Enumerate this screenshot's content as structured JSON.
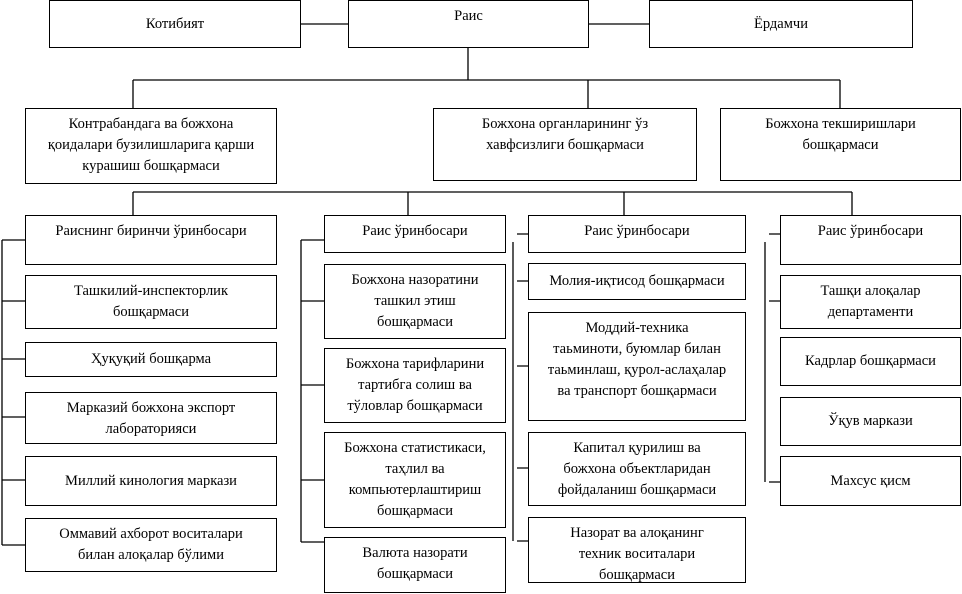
{
  "top": {
    "secretariat": "Котибият",
    "chairman": "Раис",
    "assistant": "Ёрдамчи"
  },
  "departments": [
    "Контрабандага ва божхона\nқоидалари бузилишларига қарши\nкурашиш бошқармаси",
    "Божхона органларининг ўз\nхавфсизлиги бошқармаси",
    "Божхона текширишлари\nбошқармаси"
  ],
  "columns": [
    {
      "head": "Раиснинг биринчи ўринбосари",
      "units": [
        "Ташкилий-инспекторлик\nбошқармаси",
        "Ҳуқуқий бошқарма",
        "Марказий божхона экспорт\nлабораторияси",
        "Миллий кинология маркази",
        "Оммавий ахборот воситалари\nбилан алоқалар бўлими"
      ]
    },
    {
      "head": "Раис ўринбосари",
      "units": [
        "Божхона назоратини\nташкил этиш\nбошқармаси",
        "Божхона тарифларини\nтартибга солиш ва\nтўловлар бошқармаси",
        "Божхона статистикаси,\nтаҳлил ва\nкомпьютерлаштириш\nбошқармаси",
        "Валюта назорати\nбошқармаси"
      ]
    },
    {
      "head": "Раис ўринбосари",
      "units": [
        "Молия-иқтисод бошқармаси",
        "Моддий-техника\nтаьминоти, буюмлар билан\nтаьминлаш, қурол-аслаҳалар\nва транспорт бошқармаси",
        "Капитал қурилиш ва\nбожхона объектларидан\nфойдаланиш бошқармаси",
        "Назорат ва алоқанинг\nтехник воситалари\nбошқармаси"
      ]
    },
    {
      "head": "Раис ўринбосари",
      "units": [
        "Ташқи алоқалар\nдепартаменти",
        "Кадрлар бошқармаси",
        "Ўқув маркази",
        "Махсус қисм"
      ]
    }
  ]
}
